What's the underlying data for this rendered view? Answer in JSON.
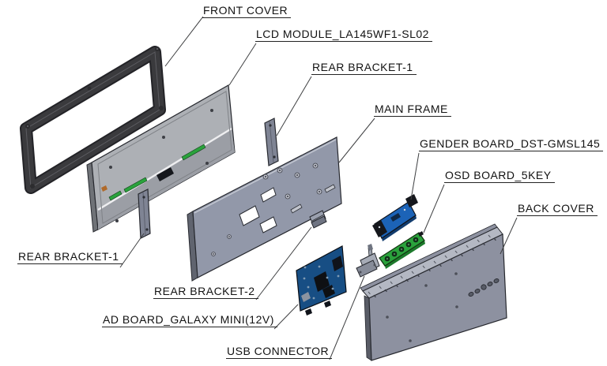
{
  "diagram": {
    "type": "exploded-assembly-view",
    "background": "#ffffff"
  },
  "labels": {
    "front_cover": "FRONT COVER",
    "lcd_module": "LCD MODULE_LA145WF1-SL02",
    "rear_bracket_1_top": "REAR BRACKET-1",
    "main_frame": "MAIN FRAME",
    "gender_board": "GENDER BOARD_DST-GMSL145",
    "osd_board": "OSD BOARD_5KEY",
    "back_cover": "BACK COVER",
    "rear_bracket_1_bottom": "REAR BRACKET-1",
    "rear_bracket_2": "REAR BRACKET-2",
    "ad_board": "AD BOARD_GALAXY MINI(12V)",
    "usb_connector": "USB CONNECTOR"
  },
  "colors": {
    "background": "#ffffff",
    "leader_line": "#3f4042",
    "front_cover": "#3a3a3d",
    "lcd_panel": "#adb0b5",
    "lcd_panel_lower": "#9b9ea5",
    "bracket_gray": "#7f8494",
    "main_frame": "#9298a9",
    "back_cover": "#8d91a0",
    "back_cover_top": "#b4b8c3",
    "pcb_blue": "#1c63b7",
    "pcb_navy": "#174e84",
    "pcb_green": "#2aa23c",
    "component_black": "#15171c",
    "hole_white": "#ffffff"
  }
}
